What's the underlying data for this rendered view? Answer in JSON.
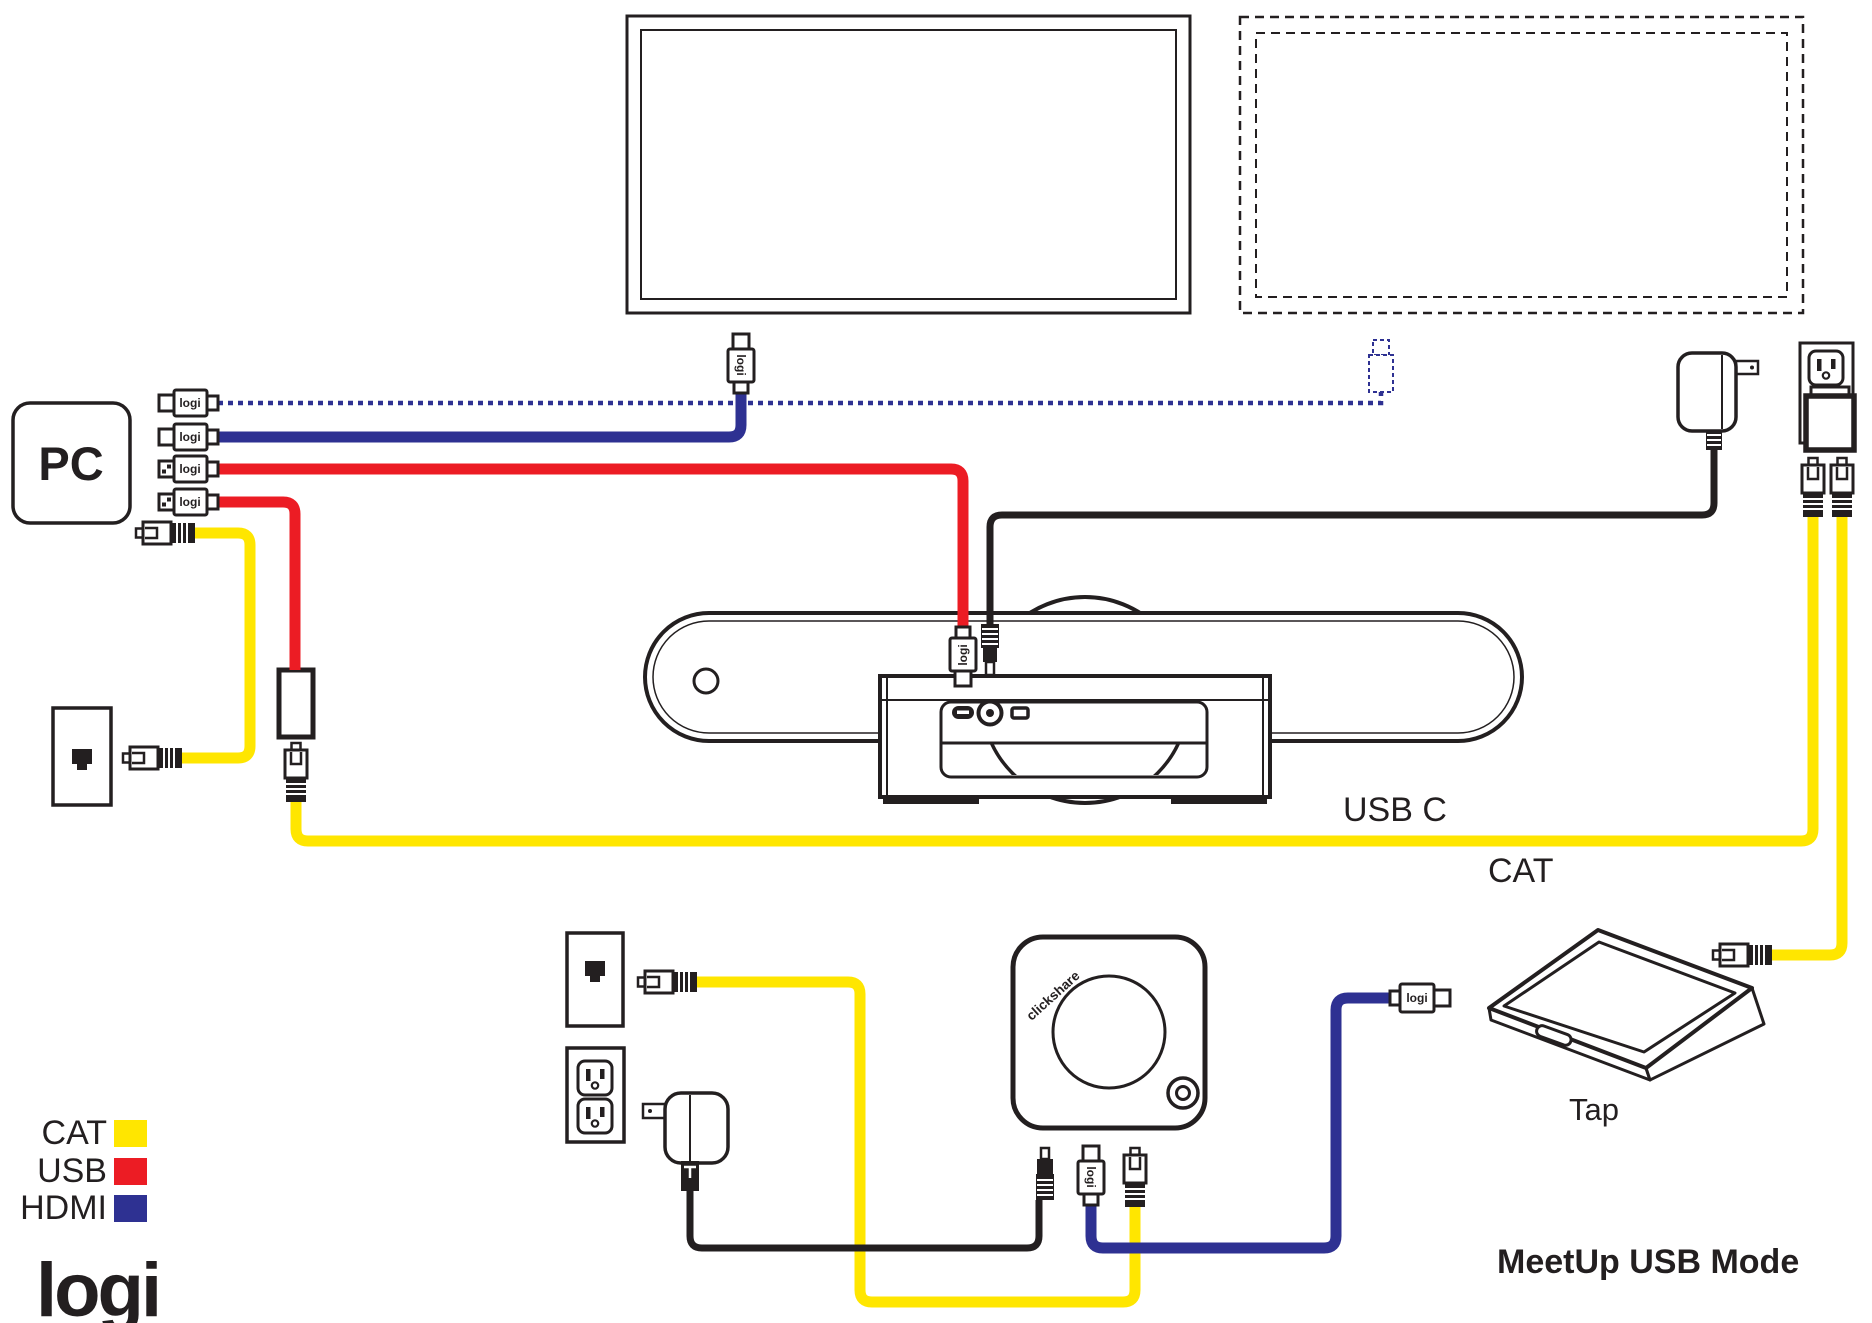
{
  "page": {
    "title": "MeetUp USB Mode"
  },
  "labels": {
    "pc": "PC",
    "usb_c": "USB C",
    "cat": "CAT",
    "tap": "Tap",
    "mode": "MeetUp USB Mode",
    "clickshare": "clickshare",
    "logi": "logi",
    "logo": "logi"
  },
  "legend": {
    "items": [
      {
        "label": "CAT",
        "color": "#FFE600"
      },
      {
        "label": "USB",
        "color": "#EC1C24"
      },
      {
        "label": "HDMI",
        "color": "#2E3192"
      }
    ]
  },
  "colors": {
    "cat": "#FFE600",
    "usb": "#EC1C24",
    "hdmi": "#2E3192",
    "cord": "#231F20"
  }
}
